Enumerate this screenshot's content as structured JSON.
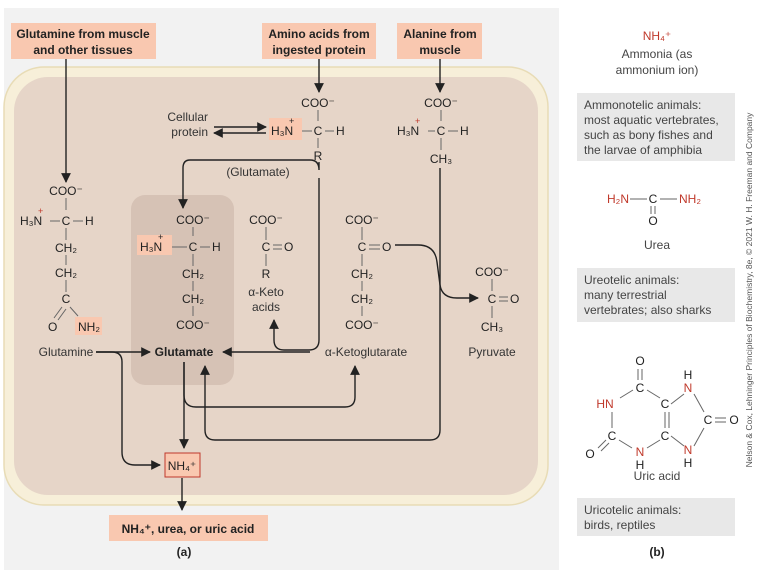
{
  "sources": {
    "glutamine_source": [
      "Glutamine from muscle",
      "and other tissues"
    ],
    "amino_source": [
      "Amino acids from",
      "ingested protein"
    ],
    "alanine_source": [
      "Alanine from",
      "muscle"
    ]
  },
  "labels": {
    "cellular_protein": [
      "Cellular",
      "protein"
    ],
    "glutamate_paren": "(Glutamate)",
    "keto_acids": [
      "α-Keto",
      "acids"
    ],
    "glutamine": "Glutamine",
    "glutamate": "Glutamate",
    "ketoglutarate": "α-Ketoglutarate",
    "pyruvate": "Pyruvate",
    "ammonium_box": "NH₄⁺",
    "output": "NH₄⁺, urea, or uric acid",
    "panel_a": "(a)",
    "panel_b": "(b)"
  },
  "chem": {
    "coo": "COO⁻",
    "h3n": "H₃N",
    "nh2": "NH₂",
    "ch2": "CH₂",
    "ch3": "CH₃",
    "c": "C",
    "h": "H",
    "r": "R",
    "o": "O",
    "eq_o": "O",
    "plus": "+"
  },
  "right": {
    "ammonia_formula": "NH₄⁺",
    "ammonia_name": [
      "Ammonia (as",
      "ammonium ion)"
    ],
    "ammonotelic": [
      "Ammonotelic animals:",
      "most aquatic vertebrates,",
      "such as bony fishes and",
      "the larvae of amphibia"
    ],
    "urea_formula_left": "H₂N",
    "urea_formula_c": "C",
    "urea_formula_right": "NH₂",
    "urea_o": "O",
    "urea_name": "Urea",
    "ureotelic": [
      "Ureotelic animals:",
      "many terrestrial",
      "vertebrates; also sharks"
    ],
    "uric_acid_name": "Uric acid",
    "uric_atoms": {
      "o": "O",
      "h": "H",
      "hn": "HN",
      "n": "N",
      "c": "C"
    },
    "uricotelic": [
      "Uricotelic animals:",
      "birds, reptiles"
    ]
  },
  "credit": "Nelson & Cox, Lehninger Principles of Biochemistry, 8e, © 2021 W. H. Freeman and Company",
  "colors": {
    "outer_cell": "#f7efd9",
    "inner_cell": "#e6d5c8",
    "glutamate_box": "#d6c2b5",
    "source_box": "#f9c8b0",
    "info_box": "#e8e8e8",
    "accent": "#c0392b"
  }
}
